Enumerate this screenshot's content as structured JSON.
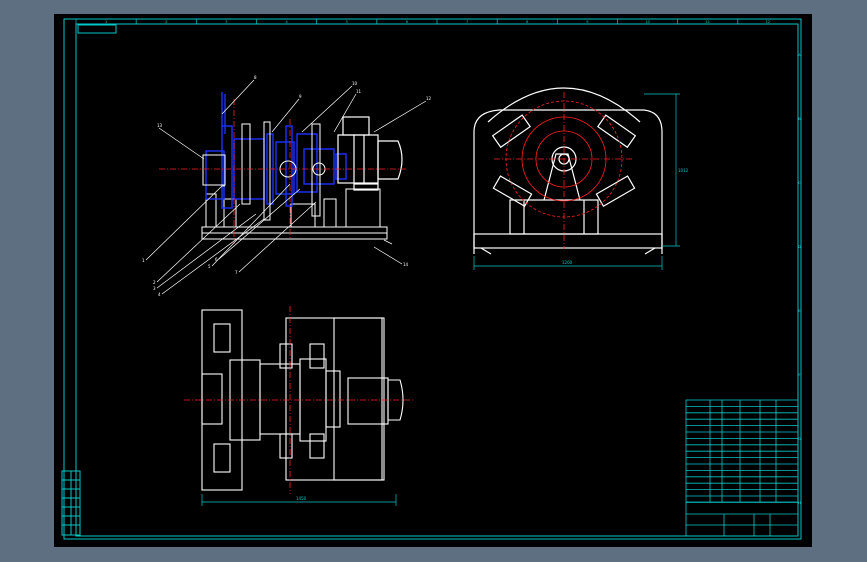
{
  "sheet": {
    "colors": {
      "background": "#000000",
      "frame": "#00c8c8",
      "outline": "#ffffff",
      "centerline": "#ff2020",
      "hidden": "#2030ff",
      "notes": "#00ff00"
    },
    "zones_top": [
      "1",
      "2",
      "3",
      "4",
      "5",
      "6",
      "7",
      "8",
      "9",
      "10",
      "11",
      "12"
    ],
    "zones_right": [
      "A",
      "B",
      "C",
      "D",
      "E",
      "F",
      "G",
      "H"
    ],
    "drawing_number_box": "",
    "notes_title": "",
    "notes_lines": [],
    "title_block": {
      "drawing_name": "",
      "scale": "",
      "company": ""
    }
  }
}
